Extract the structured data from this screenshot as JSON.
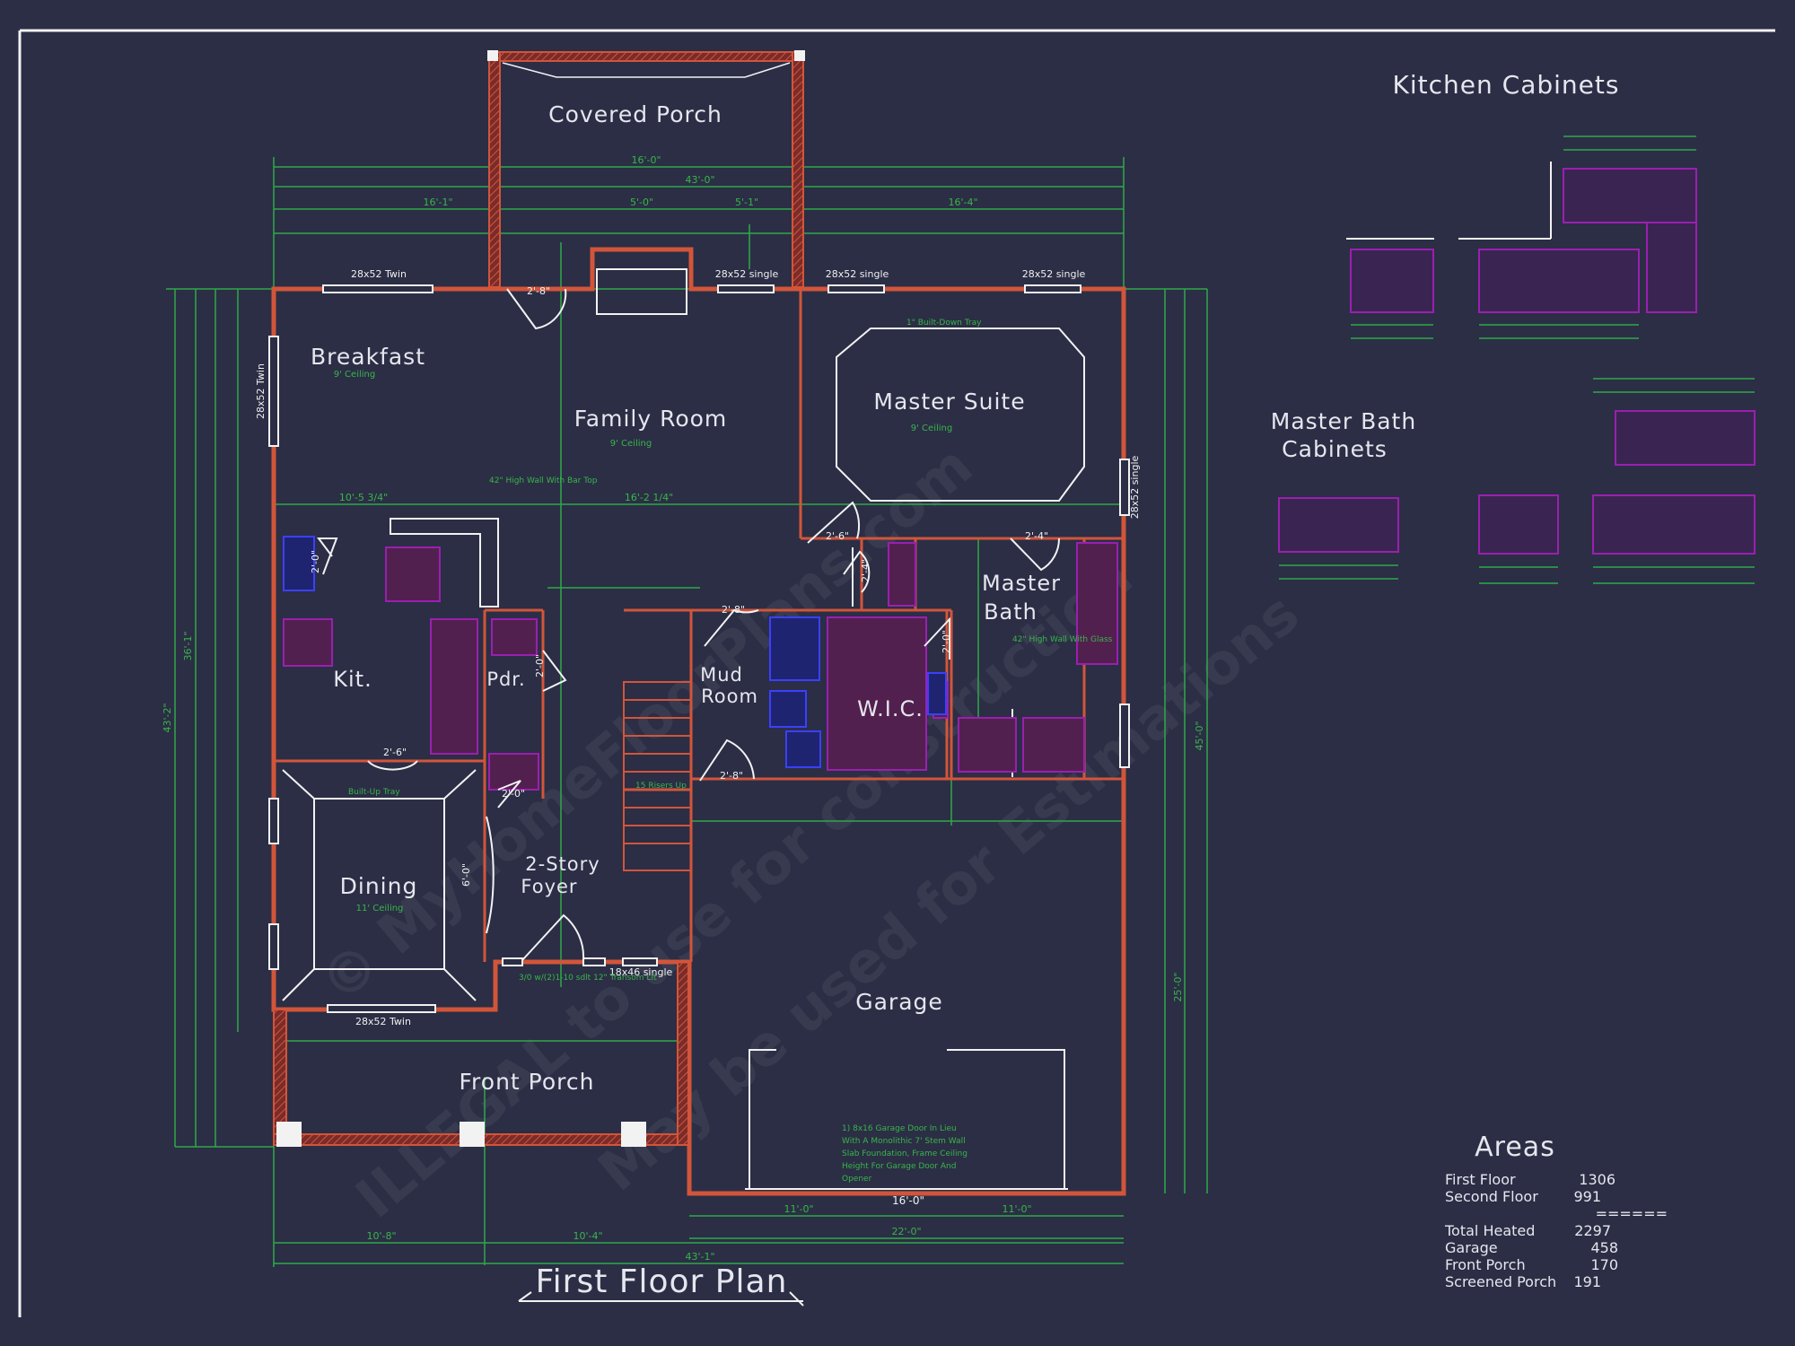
{
  "title": "First Floor Plan",
  "rooms": {
    "covered_porch": "Covered Porch",
    "breakfast": "Breakfast",
    "breakfast_ceiling": "9' Ceiling",
    "family_room": "Family Room",
    "family_ceiling": "9' Ceiling",
    "master_suite": "Master Suite",
    "master_ceiling": "9' Ceiling",
    "master_bath_1": "Master",
    "master_bath_2": "Bath",
    "kit": "Kit.",
    "pdr": "Pdr.",
    "mud_1": "Mud",
    "mud_2": "Room",
    "wic": "W.I.C.",
    "dining": "Dining",
    "dining_ceiling": "11' Ceiling",
    "foyer_1": "2-Story",
    "foyer_2": "Foyer",
    "garage": "Garage",
    "front_porch": "Front Porch"
  },
  "windows": {
    "w_top_left": "28x52 Twin",
    "w_top_mid": "28x52 single",
    "w_top_mid2": "28x52 single",
    "w_top_right": "28x52 single",
    "w_left": "28x52 Twin",
    "w_right": "28x52 single",
    "w_bottom": "28x52 Twin",
    "w_front_door": "18x46 single"
  },
  "doors": {
    "d1": "2'-8\"",
    "d2": "2'-6\"",
    "d3": "2'-4\"",
    "d4": "2'-4\"",
    "d5": "2'-8\"",
    "d6": "2'-0\"",
    "d7": "2'-0\"",
    "d8": "2'-6\"",
    "d9": "2'-0\"",
    "d10": "2'-8\"",
    "d11": "2'-0\"",
    "d12": "6'-0\"",
    "garage_door": "16'-0\""
  },
  "dimensions": {
    "top_total": "43'-0\"",
    "top_a": "16'-1\"",
    "top_b": "5'-0\"",
    "top_c": "5'-1\"",
    "top_d": "16'-4\"",
    "bottom_total": "43'-1\"",
    "bottom_a": "10'-8\"",
    "bottom_b": "10'-4\"",
    "bottom_c": "22'-0\"",
    "bottom_d": "11'-0\"",
    "bottom_e": "11'-0\"",
    "left_total": "43'-2\"",
    "left_a": "36'-1\"",
    "right_total": "45'-0\"",
    "right_a": "25'-0\"",
    "porch_width": "16'-0\"",
    "family_a": "16'-2 1/4\"",
    "breakfast_a": "10'-5 3/4\""
  },
  "notes": {
    "wall": "42\" High Wall With Bar Top",
    "built_in": "Built-Up Tray",
    "stairs": "15 Risers Up",
    "master_tray": "1\" Built-Down Tray",
    "bath_wall": "42\" High Wall With Glass",
    "transom": "3/0 w/(2)1-10 sdlt 12\" Transom Lit",
    "garage_note_1": "1) 8x16 Garage Door In Lieu",
    "garage_note_2": "With A Monolithic 7' Stem Wall",
    "garage_note_3": "Slab Foundation, Frame Ceiling",
    "garage_note_4": "Height For Garage Door And",
    "garage_note_5": "Opener"
  },
  "cabinets": {
    "kitchen": "Kitchen Cabinets",
    "bath_1": "Master Bath",
    "bath_2": "Cabinets"
  },
  "areas": {
    "heading": "Areas",
    "rows": [
      {
        "label": "First Floor",
        "value": "1306"
      },
      {
        "label": "Second Floor",
        "value": "991"
      },
      {
        "label": "",
        "value": "======"
      },
      {
        "label": "Total Heated",
        "value": "2297"
      },
      {
        "label": "Garage",
        "value": "458"
      },
      {
        "label": "Front Porch",
        "value": "170"
      },
      {
        "label": "Screened Porch",
        "value": "191"
      }
    ]
  },
  "watermark": {
    "line1": "© MyHomeFloorPlans.com",
    "line2": "ILLEGAL to use for construction",
    "line3": "May be used for Estimations"
  },
  "colors": {
    "background": "#2b2e45",
    "wall": "#d2553a",
    "dimension": "#2fa84a",
    "cabinet": "#8a1a9e",
    "fixture": "#2a2fbf",
    "line": "#f2f2f2"
  }
}
